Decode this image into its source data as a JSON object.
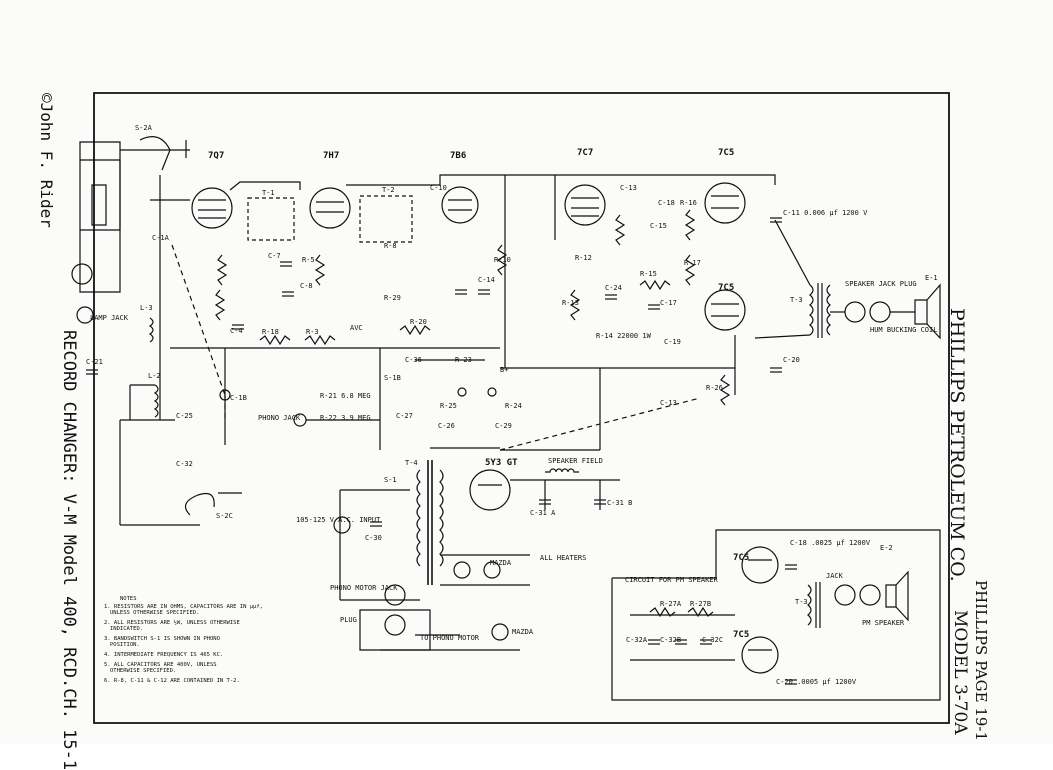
{
  "left": {
    "copyright": "©John F. Rider",
    "record_changer": "RECORD CHANGER: V-M Model 400, RCD.CH. 15-1"
  },
  "right": {
    "manufacturer": "PHILLIPS PETROLEUM CO.",
    "page": "PHILLIPS PAGE 19-1",
    "model": "MODEL 3-70A"
  },
  "tubes": [
    "7Q7",
    "7H7",
    "7B6",
    "7C7",
    "7C5",
    "5Y3 GT"
  ],
  "labels": {
    "s2a": "S-2A",
    "lamp_jack": "LAMP JACK",
    "l3": "L-3",
    "c1a": "C-1A",
    "c21": "C-21",
    "l2": "L-2",
    "c1b": "C-1B",
    "c25": "C-25",
    "c32": "C-32",
    "s2c": "S-2C",
    "t1": "T-1",
    "t2": "T-2",
    "c4": "C-4",
    "c7": "C-7",
    "c8": "C-8",
    "r5": "R-5",
    "r18": "R-18",
    "r3": "R-3",
    "avc": "AVC",
    "r8": "R-8",
    "r29": "R-29",
    "r20": "R-20",
    "c36": "C-36",
    "s1b": "S-1B",
    "r23": "R-23",
    "r21": "R-21 6.8 MEG",
    "r22": "R-22 3.9 MEG",
    "phono_jack": "PHONO JACK",
    "c27": "C-27",
    "r25": "R-25",
    "r24": "R-24",
    "c26": "C-26",
    "c29": "C-29",
    "bplus": "B+",
    "c10": "C-10",
    "c14": "C-14",
    "r10": "R-10",
    "c13": "C-13",
    "c18": "C-18",
    "c15": "C-15",
    "r16": "R-16",
    "r12": "R-12",
    "r13": "R-13",
    "c24": "C-24",
    "r15": "R-15",
    "r17": "R-17",
    "c17": "C-17",
    "r14": "R-14 22000 1W",
    "c19": "C-19",
    "c11": "C-11 0.006 µf 1200 V",
    "t3": "T-3",
    "c20": "C-20",
    "r26": "R-26",
    "c13b": "C-13",
    "speaker_jack": "SPEAKER JACK PLUG",
    "hum_bucking": "HUM BUCKING COIL",
    "e1": "E-1",
    "t4": "T-4",
    "s1": "S-1",
    "speaker_field": "SPEAKER FIELD",
    "c31a": "C-31 A",
    "c31b": "C-31 B",
    "ac_input": "105-125 V A.C. INPUT",
    "c30": "C-30",
    "all_heaters": "ALL HEATERS",
    "mazda": "MAZDA",
    "phono_motor_jack": "PHONO MOTOR JACK",
    "plug": "PLUG",
    "to_phono_motor": "TO PHONO MOTOR",
    "mazda_lamp": "MAZDA",
    "circuit_pm": "CIRCUIT FOR PM SPEAKER",
    "r27a": "R-27A",
    "r27b": "R-27B",
    "c32a": "C-32A",
    "c32b": "C-32B",
    "c32c": "C-32C",
    "c18_inset": "C-18 .0025 µf 1200V",
    "inset_jack": "JACK",
    "e2": "E-2",
    "pm_speaker": "PM SPEAKER",
    "c20_inset": "C-20 .0005 µf 1200V"
  },
  "notes": {
    "title": "NOTES",
    "items": [
      "1. RESISTORS ARE IN OHMS, CAPACITORS ARE IN µµf,",
      "UNLESS OTHERWISE SPECIFIED.",
      "2. ALL RESISTORS ARE ½W, UNLESS OTHERWISE",
      "INDICATED.",
      "3. BANDSWITCH S-1 IS SHOWN IN PHONO",
      "POSITION.",
      "4. INTERMEDIATE FREQUENCY IS 465 KC.",
      "5. ALL CAPACITORS ARE 400V, UNLESS",
      "OTHERWISE SPECIFIED.",
      "6. R-8, C-11 & C-12 ARE CONTAINED IN T-2."
    ]
  }
}
